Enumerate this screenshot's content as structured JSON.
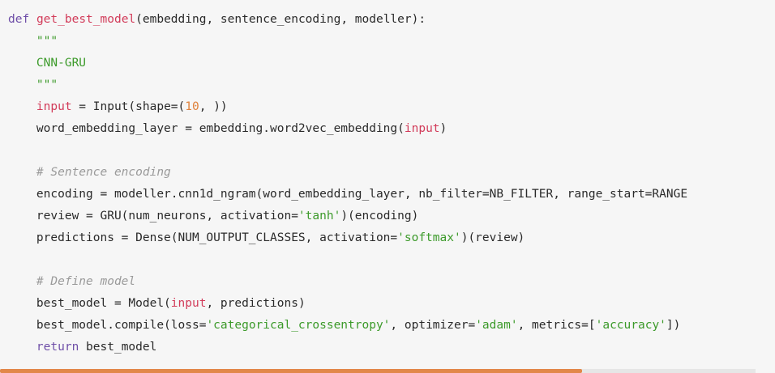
{
  "code": {
    "language": "python",
    "colors": {
      "keyword": "#6f4fa8",
      "function": "#d23c5a",
      "string": "#3c9a2a",
      "number": "#e0823c",
      "comment": "#9a9a9a",
      "background": "#f6f6f6",
      "scrollbar_thumb": "#e2884a"
    },
    "lines": [
      [
        [
          "kw",
          "def"
        ],
        [
          "plain",
          " "
        ],
        [
          "fn",
          "get_best_model"
        ],
        [
          "plain",
          "(embedding, sentence_encoding, modeller):"
        ]
      ],
      [
        [
          "plain",
          "    "
        ],
        [
          "str",
          "\"\"\""
        ]
      ],
      [
        [
          "plain",
          "    "
        ],
        [
          "str",
          "CNN-GRU"
        ]
      ],
      [
        [
          "plain",
          "    "
        ],
        [
          "str",
          "\"\"\""
        ]
      ],
      [
        [
          "plain",
          "    "
        ],
        [
          "fn",
          "input"
        ],
        [
          "plain",
          " = Input(shape=("
        ],
        [
          "num",
          "10"
        ],
        [
          "plain",
          ", ))"
        ]
      ],
      [
        [
          "plain",
          "    word_embedding_layer = embedding.word2vec_embedding("
        ],
        [
          "fn",
          "input"
        ],
        [
          "plain",
          ")"
        ]
      ],
      [
        [
          "plain",
          ""
        ]
      ],
      [
        [
          "plain",
          "    "
        ],
        [
          "com",
          "# Sentence encoding"
        ]
      ],
      [
        [
          "plain",
          "    encoding = modeller.cnn1d_ngram(word_embedding_layer, nb_filter=NB_FILTER, range_start=RANGE"
        ]
      ],
      [
        [
          "plain",
          "    review = GRU(num_neurons, activation="
        ],
        [
          "str",
          "'tanh'"
        ],
        [
          "plain",
          ")(encoding)"
        ]
      ],
      [
        [
          "plain",
          "    predictions = Dense(NUM_OUTPUT_CLASSES, activation="
        ],
        [
          "str",
          "'softmax'"
        ],
        [
          "plain",
          ")(review)"
        ]
      ],
      [
        [
          "plain",
          ""
        ]
      ],
      [
        [
          "plain",
          "    "
        ],
        [
          "com",
          "# Define model"
        ]
      ],
      [
        [
          "plain",
          "    best_model = Model("
        ],
        [
          "fn",
          "input"
        ],
        [
          "plain",
          ", predictions)"
        ]
      ],
      [
        [
          "plain",
          "    best_model.compile(loss="
        ],
        [
          "str",
          "'categorical_crossentropy'"
        ],
        [
          "plain",
          ", optimizer="
        ],
        [
          "str",
          "'adam'"
        ],
        [
          "plain",
          ", metrics=["
        ],
        [
          "str",
          "'accuracy'"
        ],
        [
          "plain",
          "])"
        ]
      ],
      [
        [
          "plain",
          "    "
        ],
        [
          "kw",
          "return"
        ],
        [
          "plain",
          " best_model"
        ]
      ]
    ]
  },
  "scrollbar": {
    "position": 0,
    "visible_fraction": 0.77
  }
}
